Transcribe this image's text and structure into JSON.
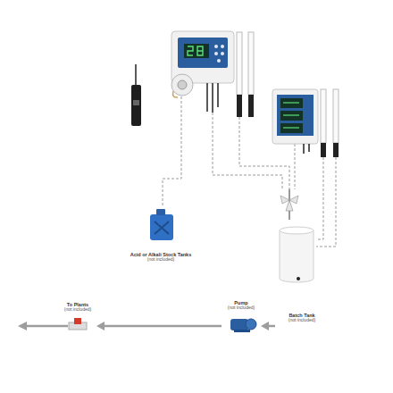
{
  "diagram": {
    "nodes": [
      {
        "text": [
          "Acid or Alkali Stock Tanks",
          "(not included)"
        ]
      },
      {
        "text": [
          "Batch Tank",
          "(not included)"
        ]
      },
      {
        "text": [
          "Pump",
          "(not included)"
        ]
      },
      {
        "text": [
          "To Plants",
          "(not included)"
        ]
      }
    ],
    "edges": [
      {
        "from": 1,
        "to": 2,
        "arrow": "to"
      },
      {
        "from": 2,
        "to": 3,
        "arrow": "to"
      }
    ]
  }
}
